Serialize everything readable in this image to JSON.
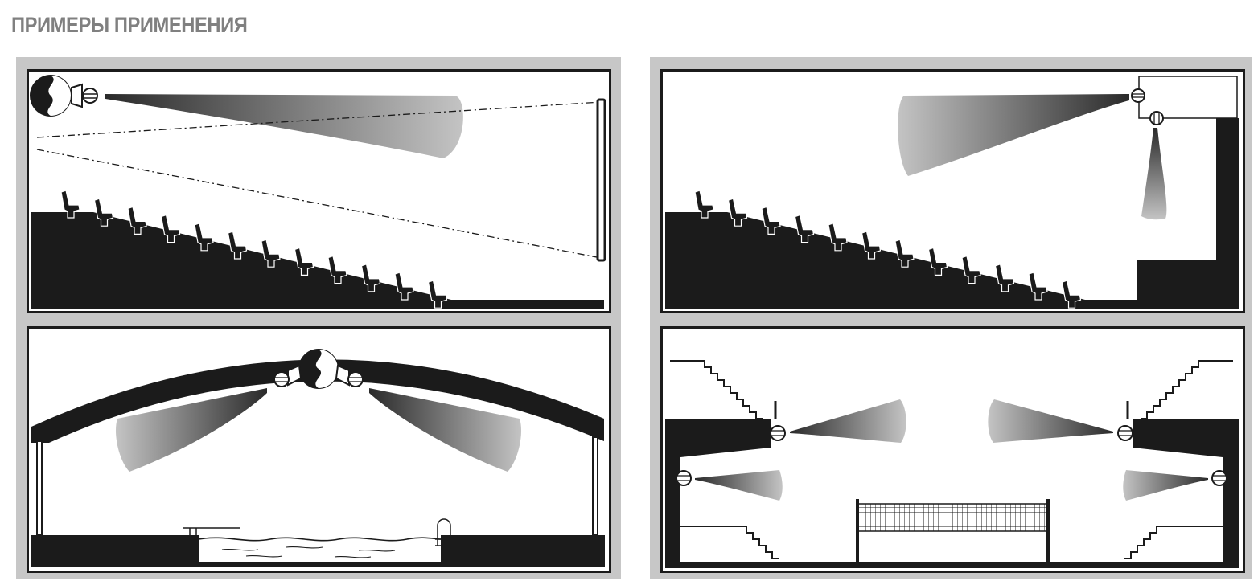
{
  "page": {
    "title": "ПРИМЕРЫ ПРИМЕНЕНИЯ"
  },
  "colors": {
    "title": "#808080",
    "frame": "#c7c7c7",
    "ink": "#1b1b1b",
    "beam_dark": "#2a2a2a",
    "beam_light": "#c4c4c4"
  },
  "panels": [
    {
      "name": "cinema-hall-rear-speaker",
      "icon": "spherical-speaker-icon"
    },
    {
      "name": "auditorium-wall-speakers",
      "icon": "speaker-box-icon"
    },
    {
      "name": "pool-hall-dome-speaker",
      "icon": "spherical-speaker-icon"
    },
    {
      "name": "sports-hall-side-speakers",
      "icon": "speaker-icon"
    }
  ]
}
